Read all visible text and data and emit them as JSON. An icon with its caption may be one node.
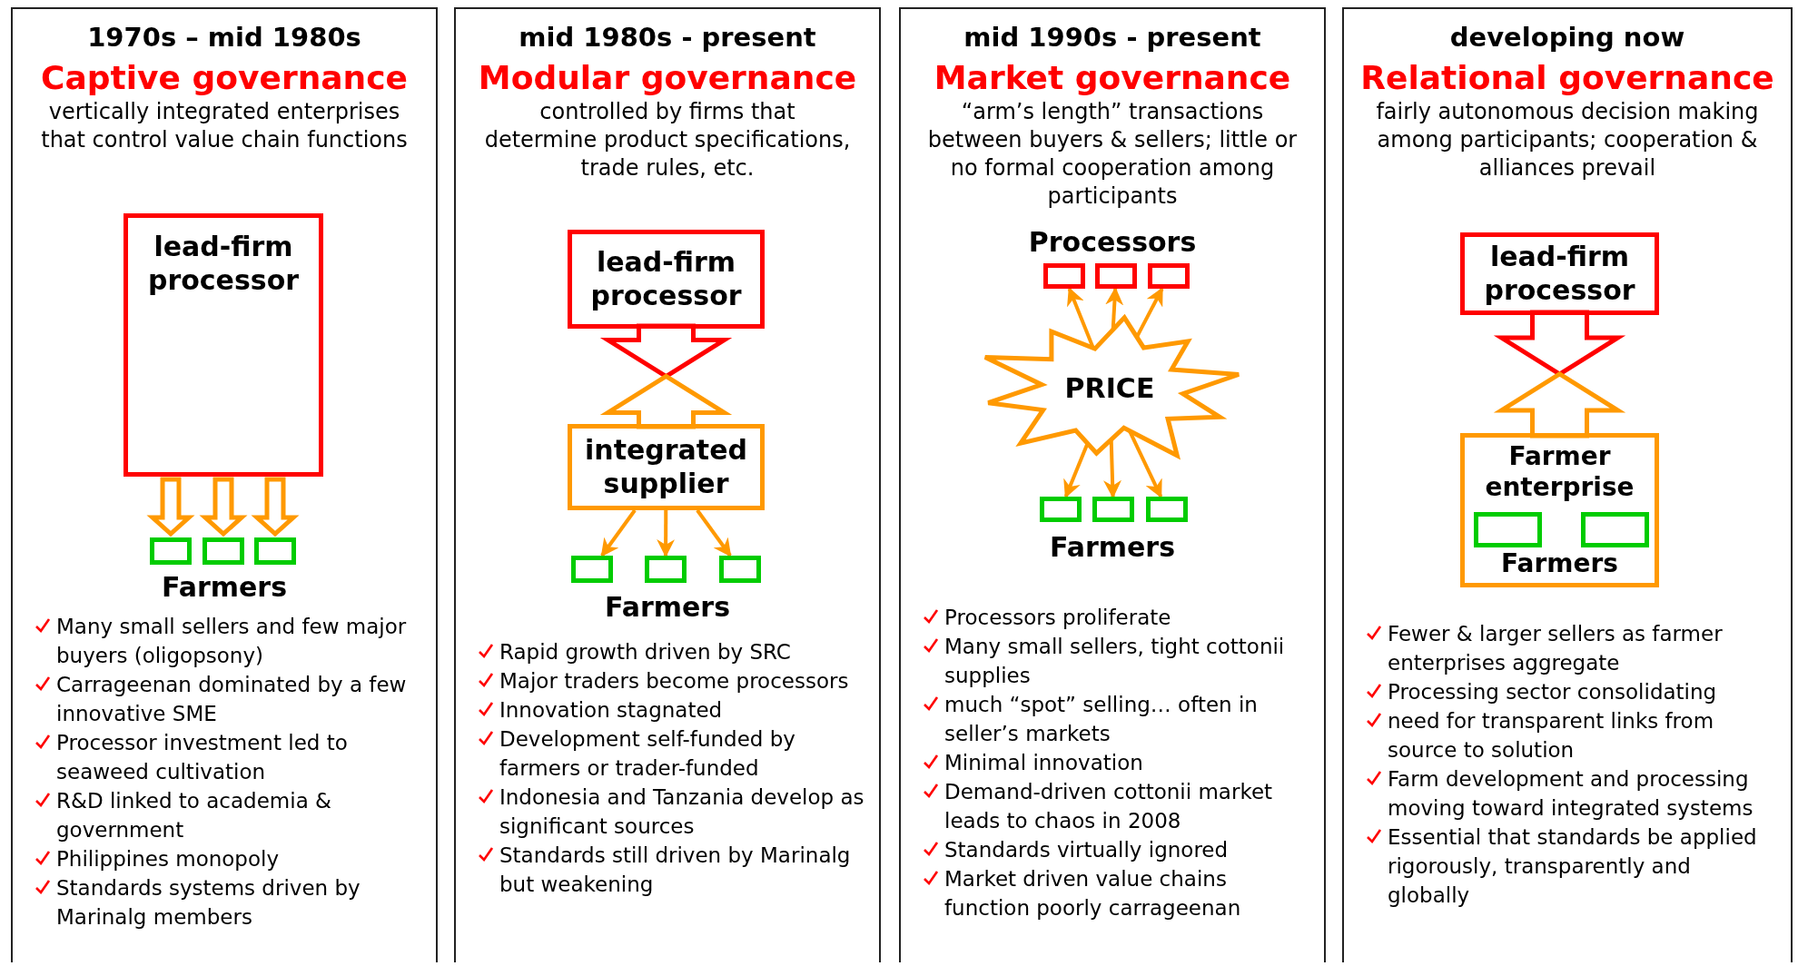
{
  "diagram": {
    "nodes": [
      {
        "text": [
          "1970s – mid 1980s",
          "Captive governance",
          "vertically integrated enterprises that control value chain functions"
        ]
      },
      {
        "text": [
          "lead-firm processor"
        ],
        "in": 0
      },
      {
        "text": [],
        "shape": "box",
        "in": 0
      },
      {
        "text": [],
        "shape": "box",
        "in": 0
      },
      {
        "text": [],
        "shape": "box",
        "in": 0
      },
      {
        "text": [
          "mid 1980s - present",
          "Modular governance",
          "controlled by firms that determine product specifications, trade rules, etc."
        ]
      },
      {
        "text": [
          "lead-firm processor"
        ],
        "in": 5
      },
      {
        "text": [
          "integrated supplier"
        ],
        "in": 5
      },
      {
        "text": [],
        "shape": "box",
        "in": 5
      },
      {
        "text": [],
        "shape": "box",
        "in": 5
      },
      {
        "text": [],
        "shape": "box",
        "in": 5
      },
      {
        "text": [
          "mid 1990s - present",
          "Market governance",
          "“arm’s length” transactions between buyers & sellers; little or no formal cooperation among participants"
        ]
      },
      {
        "text": [],
        "shape": "box",
        "in": 11
      },
      {
        "text": [],
        "shape": "box",
        "in": 11
      },
      {
        "text": [],
        "shape": "box",
        "in": 11
      },
      {
        "text": [
          "PRICE"
        ],
        "in": 11
      },
      {
        "text": [],
        "shape": "box",
        "in": 11
      },
      {
        "text": [],
        "shape": "box",
        "in": 11
      },
      {
        "text": [],
        "shape": "box",
        "in": 11
      },
      {
        "text": [
          "developing now",
          "Relational governance",
          "fairly autonomous decision making among participants; cooperation & alliances prevail"
        ]
      },
      {
        "text": [
          "lead-firm processor"
        ],
        "in": 19
      },
      {
        "text": [
          "Farmer enterprise",
          "Farmers"
        ],
        "in": 19
      },
      {
        "text": [],
        "shape": "box",
        "in": 21
      },
      {
        "text": [],
        "shape": "box",
        "in": 21
      }
    ],
    "edges": [
      {
        "from": 1,
        "to": 2,
        "arrow": "to",
        "style": "thick"
      },
      {
        "from": 1,
        "to": 3,
        "arrow": "to",
        "style": "thick"
      },
      {
        "from": 1,
        "to": 4,
        "arrow": "to",
        "style": "thick"
      },
      {
        "from": 6,
        "to": null,
        "arrow": "to",
        "style": "thick",
        "color": "#ff0000"
      },
      {
        "from": 7,
        "to": null,
        "arrow": "to",
        "style": "thick"
      },
      {
        "from": 7,
        "to": 8,
        "arrow": "to"
      },
      {
        "from": 7,
        "to": 9,
        "arrow": "to"
      },
      {
        "from": 7,
        "to": 10,
        "arrow": "to"
      },
      {
        "from": 15,
        "to": 12,
        "arrow": "to"
      },
      {
        "from": 15,
        "to": 13,
        "arrow": "to"
      },
      {
        "from": 15,
        "to": 14,
        "arrow": "to"
      },
      {
        "from": 15,
        "to": 16,
        "arrow": "to"
      },
      {
        "from": 15,
        "to": 17,
        "arrow": "to"
      },
      {
        "from": 15,
        "to": 18,
        "arrow": "to"
      },
      {
        "from": 20,
        "to": null,
        "arrow": "to",
        "style": "thick",
        "color": "#ff0000"
      },
      {
        "from": 21,
        "to": null,
        "arrow": "to",
        "style": "thick"
      }
    ],
    "labels": [
      "Farmers",
      "Many small sellers and few major buyers (oligopsony)",
      "Carrageenan dominated by a few innovative SME",
      "Processor investment led to seaweed cultivation",
      "R&D linked to academia & government",
      "Philippines monopoly",
      "Standards systems driven by Marinalg members",
      "Farmers",
      "Rapid growth driven by SRC",
      "Major traders become processors",
      "Innovation stagnated",
      "Development self-funded by farmers or trader-funded",
      "Indonesia and Tanzania develop as significant sources",
      "Standards still driven by Marinalg but weakening",
      "Processors",
      "Farmers",
      "Processors proliferate",
      "Many small sellers, tight cottonii supplies",
      "much “spot” selling… often in seller’s markets",
      "Minimal innovation",
      "Demand-driven cottonii market leads to chaos in 2008",
      "Standards virtually ignored",
      "Market driven value chains function poorly carrageenan",
      "Fewer & larger sellers as farmer enterprises aggregate",
      "Processing sector consolidating",
      "need for transparent links from source to solution",
      "Farm development and processing moving toward integrated systems",
      "Essential that standards be applied rigorously, transparently and globally"
    ]
  }
}
